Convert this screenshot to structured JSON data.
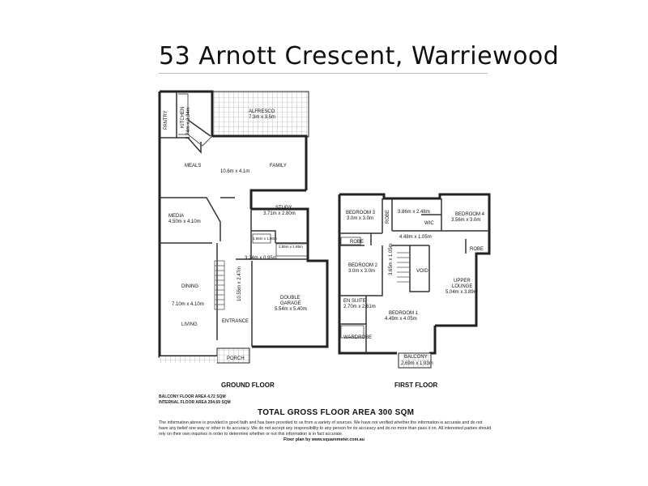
{
  "title": "53 Arnott Crescent, Warriewood",
  "ground_floor": {
    "label": "GROUND FLOOR",
    "rooms": {
      "alfresco": "ALFRESCO",
      "alfresco_dim": "7.3m x 3.5m",
      "pantry": "PANTRY",
      "kitchen": "KITCHEN",
      "kitchen_dim": "3.74m x 3.34m",
      "meals": "MEALS",
      "family": "FAMILY",
      "meals_family_dim": "10.6m x 4.1m",
      "study": "STUDY",
      "study_dim": "3.71m x 2.80m",
      "media": "MEDIA",
      "media_dim": "4.50m x 4.10m",
      "small1_dim": "1.65m x 1.80m",
      "small2_dim": "2.85m x 1.85m",
      "hall_dim": "3.24m x 0.95m",
      "stair_dim": "10.55m x 2.47m",
      "dining": "DINING",
      "dining_living_dim": "7.10m x 4.10m",
      "living": "LIVING",
      "double": "DOUBLE",
      "garage": "GARAGE",
      "garage_dim": "5.54m x 5.40m",
      "entrance": "ENTRANCE",
      "porch": "PORCH"
    }
  },
  "first_floor": {
    "label": "FIRST FLOOR",
    "rooms": {
      "bed3": "BEDROOM 3",
      "bed3_dim": "3.0m x 3.0m",
      "robe": "ROBE",
      "bath_dim": "3.86m x 2.48m",
      "bed4": "BEDROOM 4",
      "bed4_dim": "3.56m x 3.0m",
      "wic": "WIC",
      "hall_dim": "4.48m x 1.05m",
      "bed2": "BEDROOM 2",
      "bed2_dim": "3.0m x 3.0m",
      "landing_dim": "3.65m x 1.05m",
      "void": "VOID",
      "upper": "UPPER",
      "lounge": "LOUNGE",
      "lounge_dim": "5.04m x 3.89m",
      "ensuite": "EN SUITE",
      "ensuite_dim": "2.70m x 2.61m",
      "bed1": "BEDROOM 1",
      "bed1_dim": "4.49m x 4.05m",
      "wardrobe": "WARDROBE",
      "balcony": "BALCONY",
      "balcony_dim": "2.69m x 1.93m"
    }
  },
  "balcony_area": "BALCONY FLOOR AREA 4.72 SQM",
  "internal_area": "INTERNAL FLOOR AREA 294.69 SQM",
  "total_area": "TOTAL GROSS  FLOOR AREA 300 SQM",
  "disclaimer": "The information above is provided in good faith and has been provided to us from a variety of sources. We have not verified  whether the information is accurate and do not have any belief one way or other in its accuracy. We do not accept any responsibility to any person  for its accuracy and do no more than pass it on. All interested parties should rely on their own inquiries in order to determine whether or not this information is in fact accurate.",
  "credit": "Floor plan by www.squaremeter.com.au"
}
